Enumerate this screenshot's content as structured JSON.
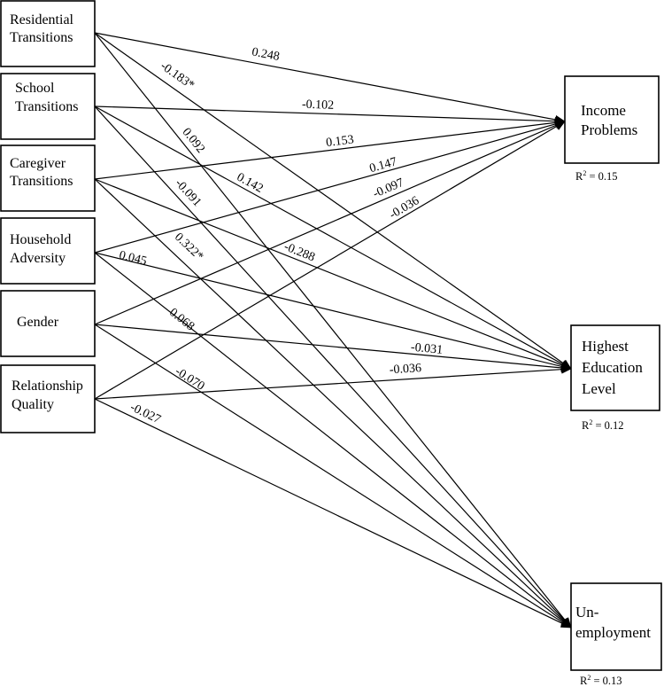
{
  "predictors": [
    {
      "id": "residential",
      "lines": [
        "Residential",
        "Transitions"
      ]
    },
    {
      "id": "school",
      "lines": [
        "School",
        "Transitions"
      ]
    },
    {
      "id": "caregiver",
      "lines": [
        "Caregiver",
        "Transitions"
      ]
    },
    {
      "id": "household",
      "lines": [
        "Household",
        "Adversity"
      ]
    },
    {
      "id": "gender",
      "lines": [
        "Gender"
      ]
    },
    {
      "id": "relationship",
      "lines": [
        "Relationship",
        "Quality"
      ]
    }
  ],
  "outcomes": [
    {
      "id": "income",
      "lines": [
        "Income",
        "Problems"
      ],
      "r2_prefix": "R",
      "r2_sup": "2",
      "r2_value": " = 0.15"
    },
    {
      "id": "education",
      "lines": [
        "Highest",
        "Education",
        "Level"
      ],
      "r2_prefix": "R",
      "r2_sup": "2",
      "r2_value": " = 0.12"
    },
    {
      "id": "unemployment",
      "lines": [
        "Un-",
        "employment"
      ],
      "r2_prefix": "R",
      "r2_sup": "2",
      "r2_value": " = 0.13"
    }
  ],
  "paths": [
    {
      "from": "residential",
      "to": "income",
      "coef": "0.248"
    },
    {
      "from": "residential",
      "to": "education",
      "coef": "-0.183*"
    },
    {
      "from": "residential",
      "to": "unemployment",
      "coef": "0.092"
    },
    {
      "from": "school",
      "to": "income",
      "coef": "-0.102"
    },
    {
      "from": "school",
      "to": "education",
      "coef": "0.142"
    },
    {
      "from": "school",
      "to": "unemployment",
      "coef": "-0.091"
    },
    {
      "from": "caregiver",
      "to": "income",
      "coef": "0.153"
    },
    {
      "from": "caregiver",
      "to": "education",
      "coef": "-0.288"
    },
    {
      "from": "caregiver",
      "to": "unemployment",
      "coef": "0.322*"
    },
    {
      "from": "household",
      "to": "income",
      "coef": "0.147"
    },
    {
      "from": "household",
      "to": "education",
      "coef": "0.045"
    },
    {
      "from": "household",
      "to": "unemployment",
      "coef": "0.068"
    },
    {
      "from": "gender",
      "to": "income",
      "coef": "-0.097"
    },
    {
      "from": "gender",
      "to": "education",
      "coef": "-0.031"
    },
    {
      "from": "gender",
      "to": "unemployment",
      "coef": "-0.070"
    },
    {
      "from": "relationship",
      "to": "income",
      "coef": "-0.036"
    },
    {
      "from": "relationship",
      "to": "education",
      "coef": "-0.036"
    },
    {
      "from": "relationship",
      "to": "unemployment",
      "coef": "-0.027"
    }
  ]
}
